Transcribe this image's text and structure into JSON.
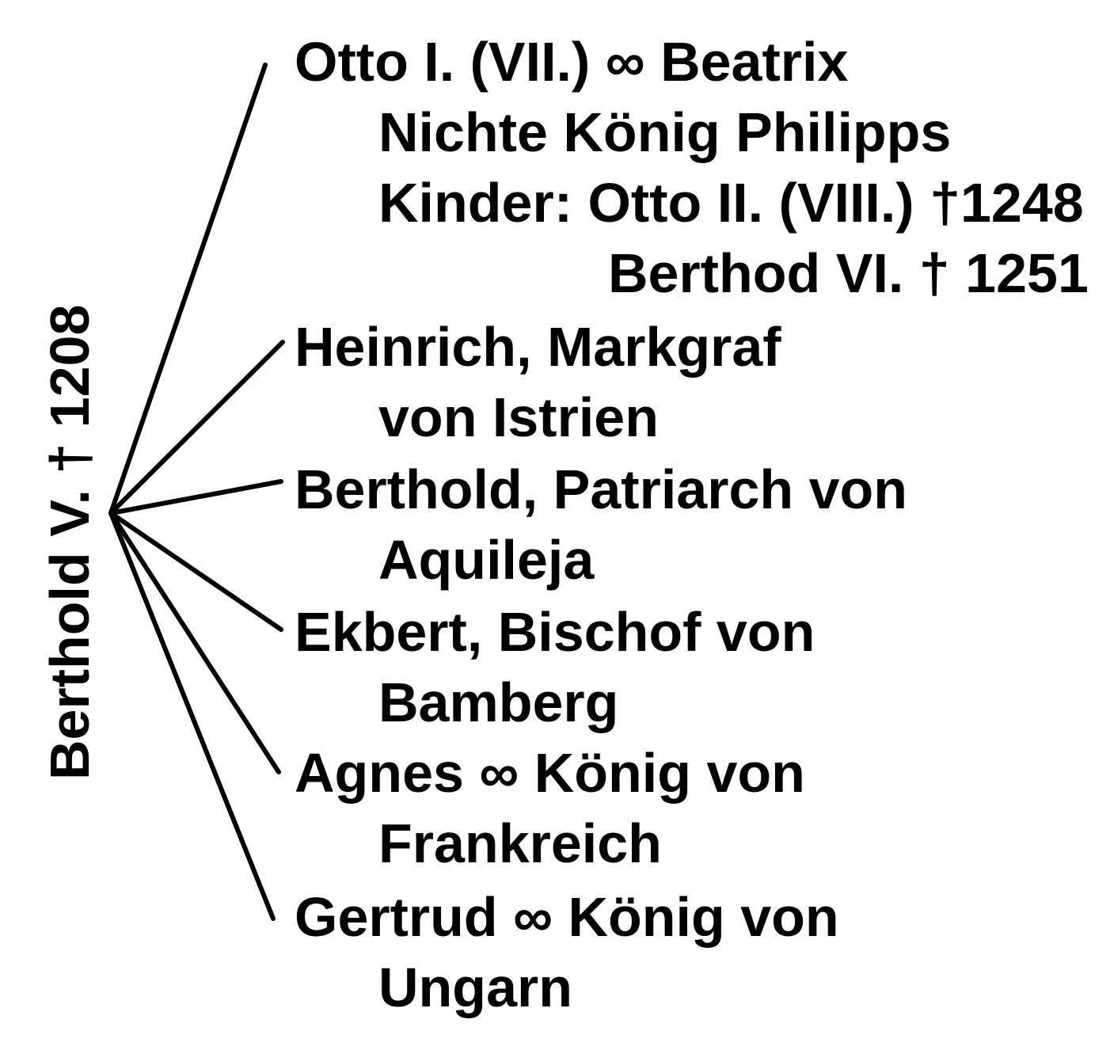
{
  "root": "Berthold V. † 1208",
  "children": [
    {
      "name": "child-otto",
      "lines": [
        "Otto I. (VII.) ∞ Beatrix",
        "Nichte König Philipps",
        "Kinder: Otto II. (VIII.) †1248",
        "Berthod VI. † 1251"
      ]
    },
    {
      "name": "child-heinrich",
      "lines": [
        "Heinrich, Markgraf",
        "von Istrien"
      ]
    },
    {
      "name": "child-berthold",
      "lines": [
        "Berthold, Patriarch von",
        "Aquileja"
      ]
    },
    {
      "name": "child-ekbert",
      "lines": [
        "Ekbert, Bischof von",
        "Bamberg"
      ]
    },
    {
      "name": "child-agnes",
      "lines": [
        "Agnes ∞ König von",
        "Frankreich"
      ]
    },
    {
      "name": "child-gertrud",
      "lines": [
        "Gertrud ∞ König von",
        "Ungarn"
      ]
    }
  ]
}
